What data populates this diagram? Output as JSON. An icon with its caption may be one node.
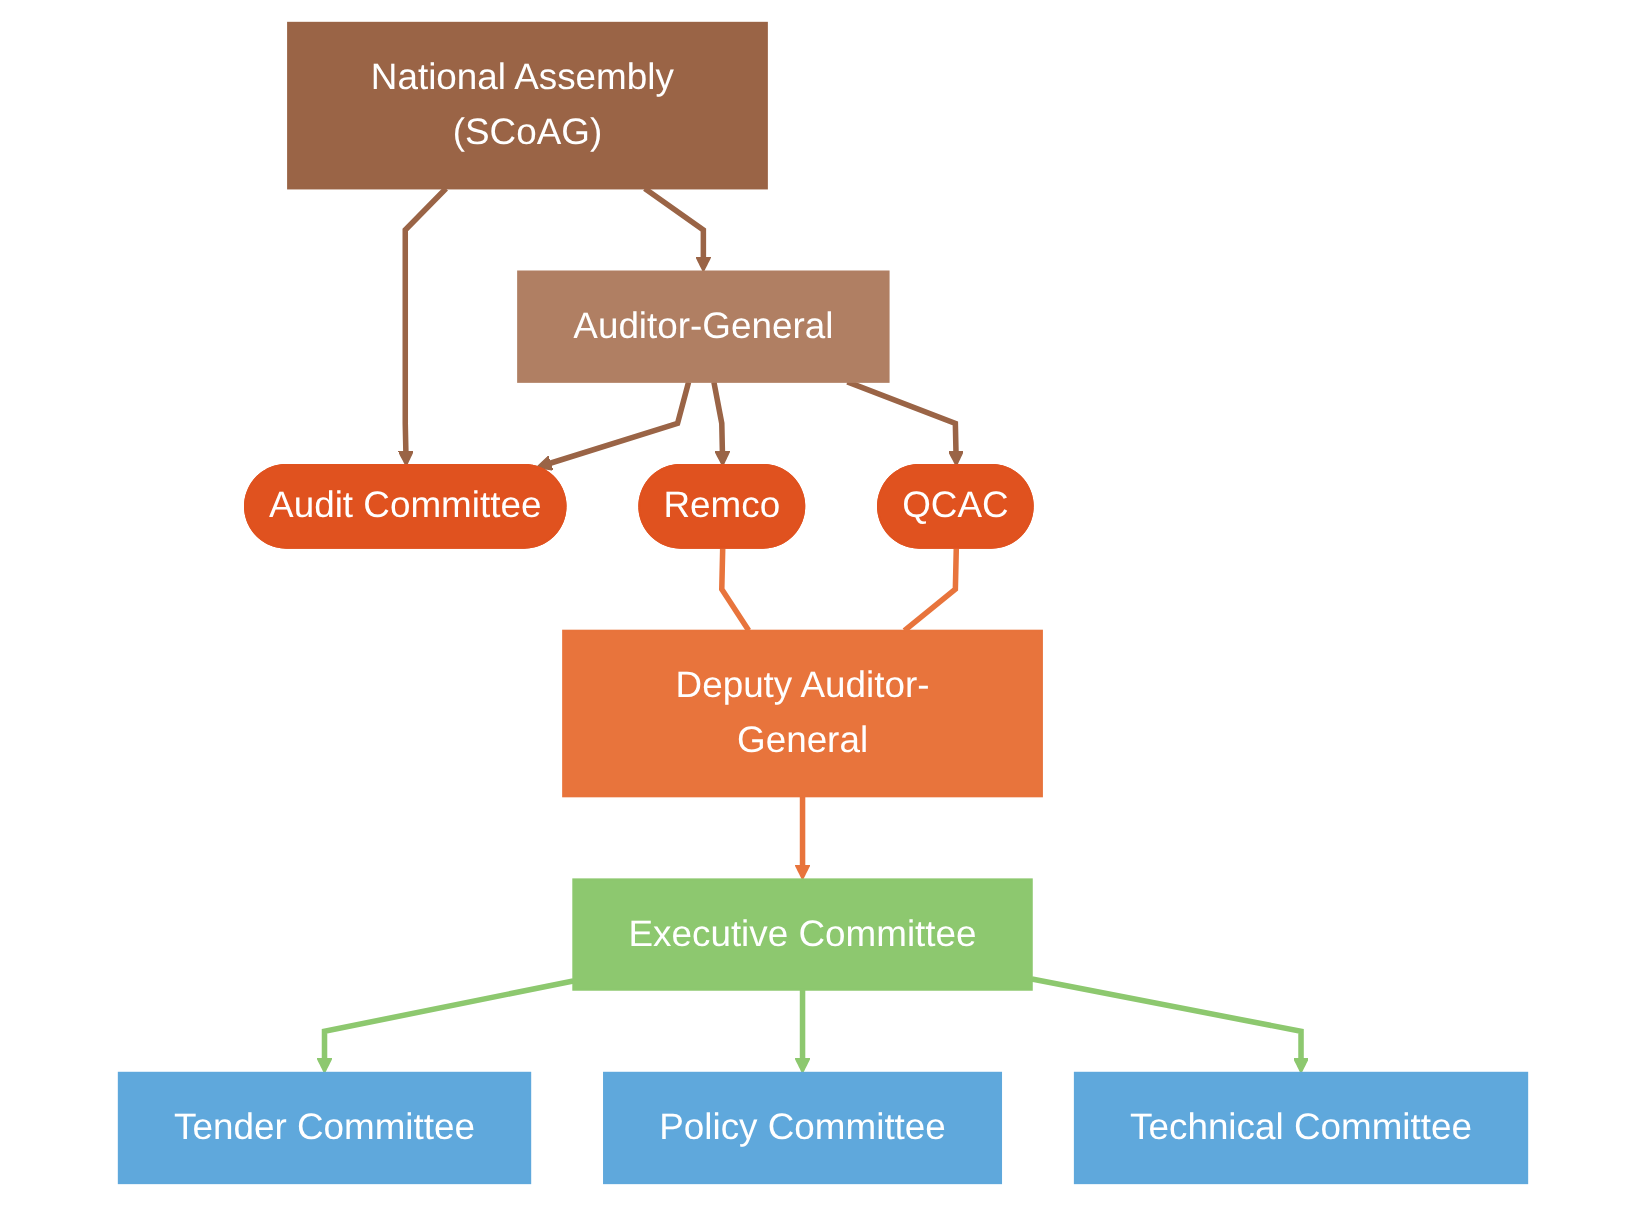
{
  "diagram": {
    "nodes": [
      {
        "text": [
          "National Assembly (SCoAG)"
        ]
      },
      {
        "text": [
          "Auditor-General"
        ]
      },
      {
        "text": [
          "Audit Committee"
        ]
      },
      {
        "text": [
          "Remco"
        ]
      },
      {
        "text": [
          "QCAC"
        ]
      },
      {
        "text": [
          "Deputy Auditor-General"
        ]
      },
      {
        "text": [
          "Executive Committee"
        ]
      },
      {
        "text": [
          "Tender Committee"
        ]
      },
      {
        "text": [
          "Policy Committee"
        ]
      },
      {
        "text": [
          "Technical Committee"
        ]
      }
    ],
    "edges": [
      {
        "from": 0,
        "to": 1,
        "arrow": "to"
      },
      {
        "from": 0,
        "to": 2,
        "arrow": "to"
      },
      {
        "from": 1,
        "to": 2,
        "arrow": "to"
      },
      {
        "from": 1,
        "to": 3,
        "arrow": "to"
      },
      {
        "from": 1,
        "to": 4,
        "arrow": "to"
      },
      {
        "from": 3,
        "to": 5,
        "arrow": "none",
        "color": "#e8743c"
      },
      {
        "from": 4,
        "to": 5,
        "arrow": "none",
        "color": "#e8743c"
      },
      {
        "from": 5,
        "to": 6,
        "arrow": "to",
        "color": "#e8743c"
      },
      {
        "from": 6,
        "to": 7,
        "arrow": "to",
        "color": "#8dc86f"
      },
      {
        "from": 6,
        "to": 8,
        "arrow": "to",
        "color": "#8dc86f"
      },
      {
        "from": 6,
        "to": 9,
        "arrow": "to",
        "color": "#8dc86f"
      }
    ]
  }
}
